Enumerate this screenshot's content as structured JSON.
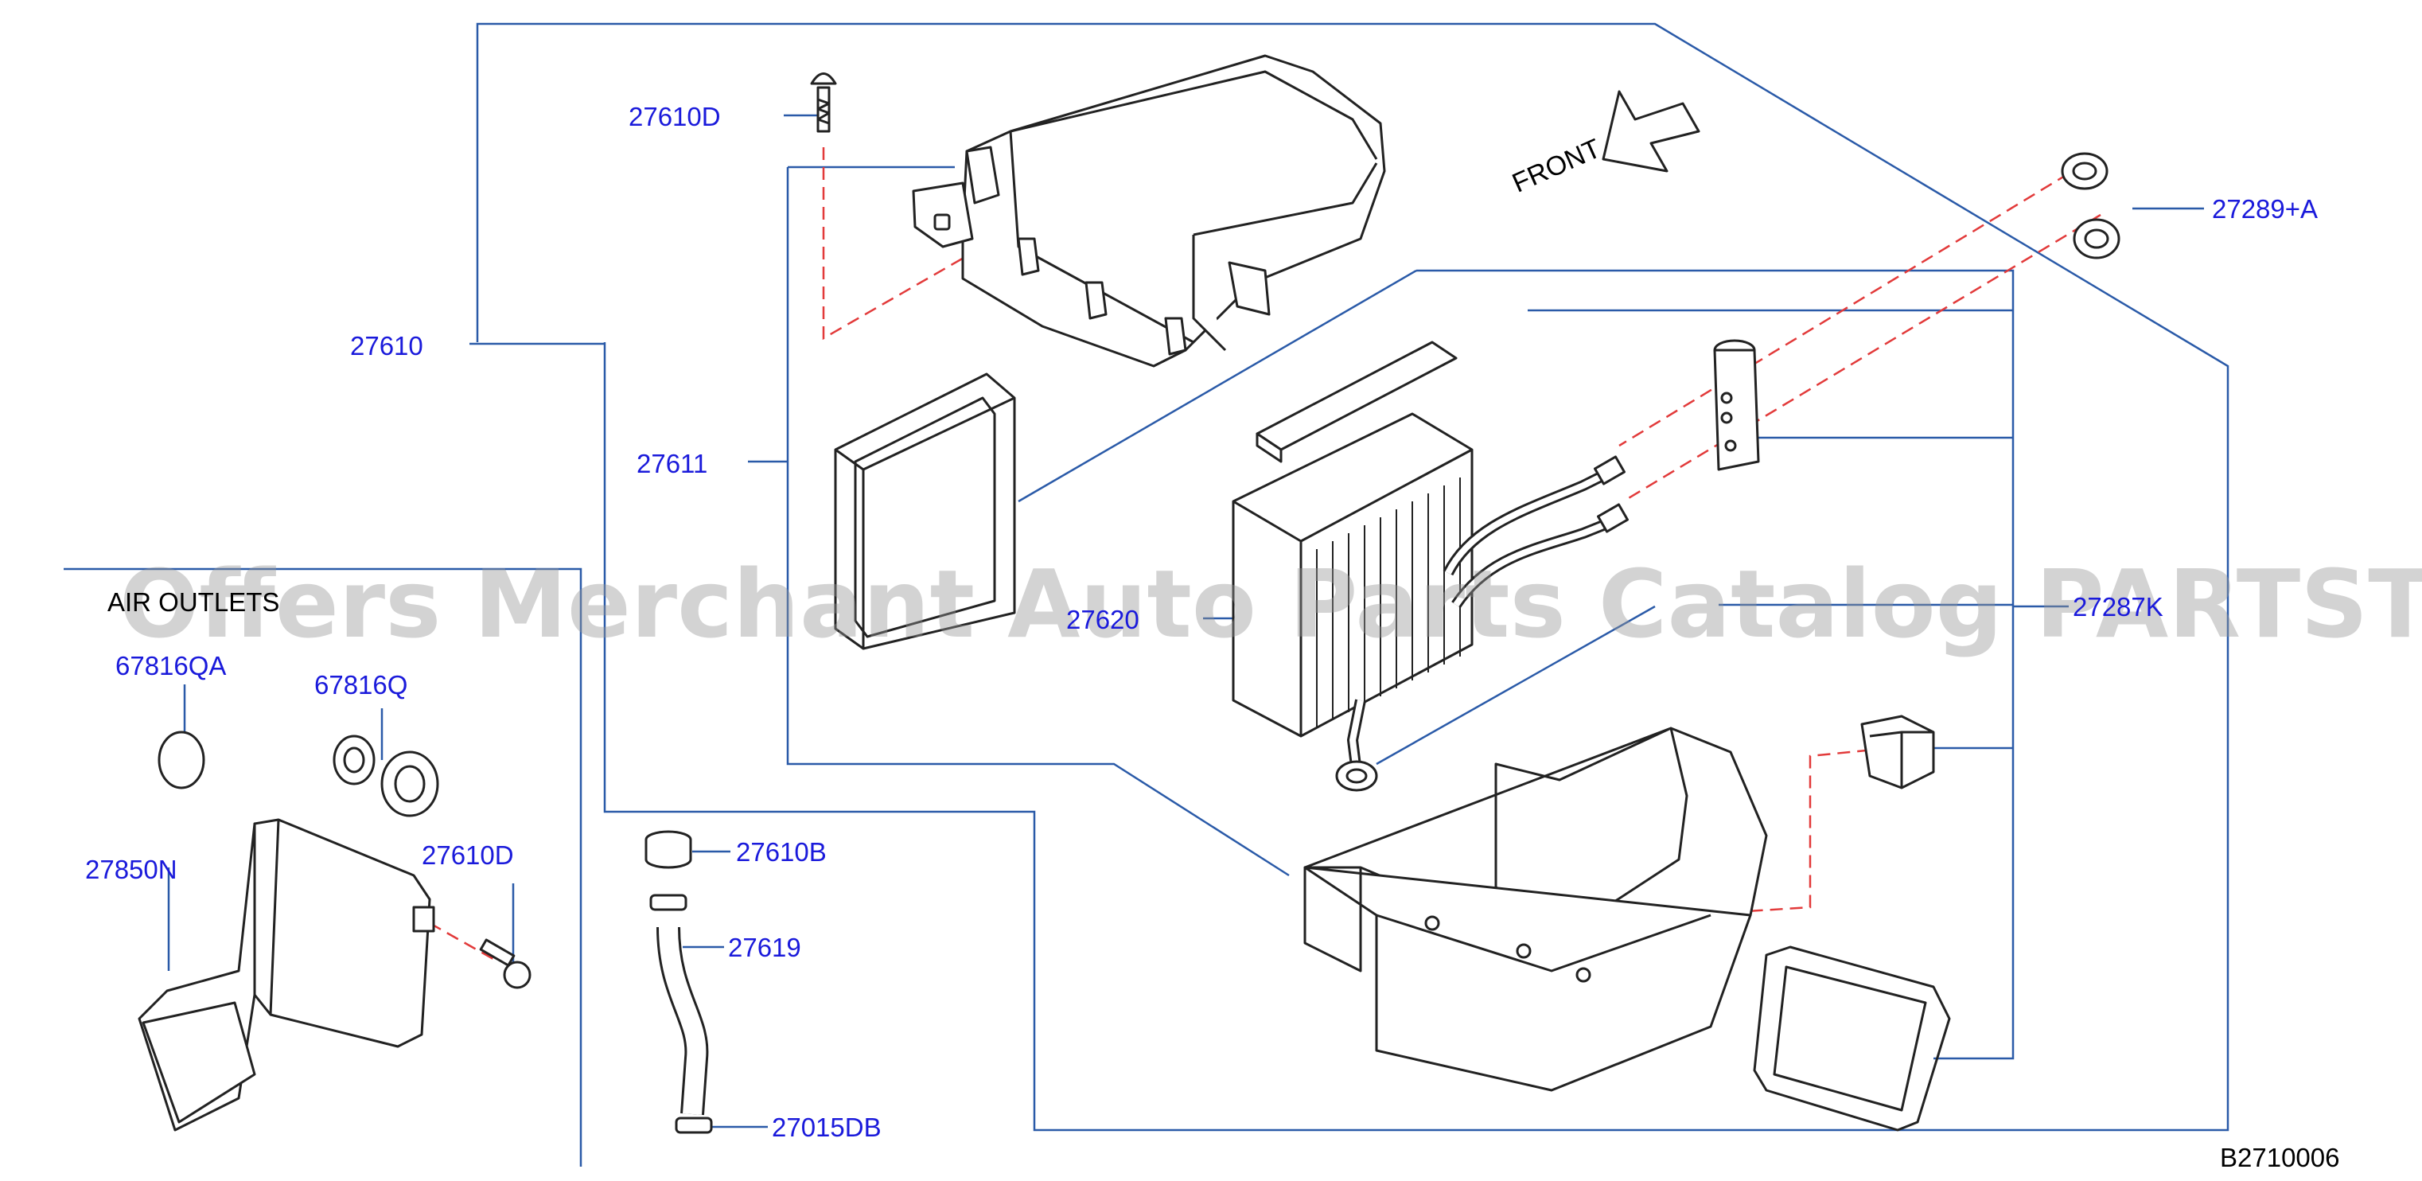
{
  "labels": {
    "p27610": "27610",
    "p27610D_top": "27610D",
    "p27611": "27611",
    "p27620": "27620",
    "p27289A": "27289+A",
    "p27287K": "27287K",
    "p27610B": "27610B",
    "p27619": "27619",
    "p27015DB": "27015DB",
    "p67816QA": "67816QA",
    "p67816Q": "67816Q",
    "p27850N": "27850N",
    "p27610D_left": "27610D"
  },
  "panel_title": "AIR OUTLETS",
  "front_text": "FRONT",
  "figure_code": "B2710006",
  "watermark": "Offers Merchant Auto Parts Catalog PARTSTORE.SA",
  "colors": {
    "leader": "#2a5aa8",
    "label": "#1a1adb",
    "dashed": "#e23a3a",
    "outline": "#222222"
  }
}
